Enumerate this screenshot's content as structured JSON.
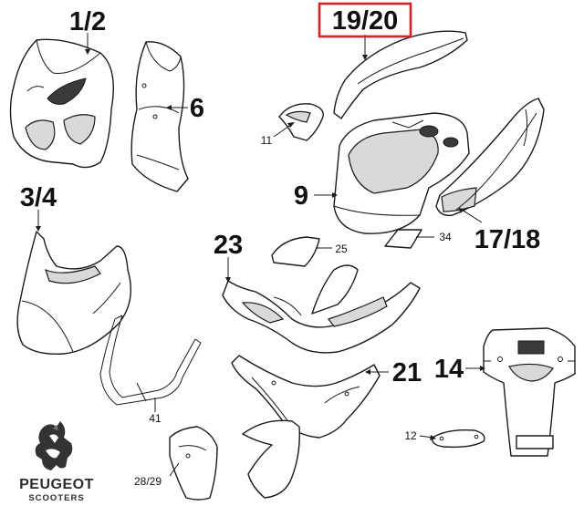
{
  "labels": {
    "p1_2": "1/2",
    "p6": "6",
    "p3_4": "3/4",
    "p11": "11",
    "p19_20": "19/20",
    "p9": "9",
    "p17_18": "17/18",
    "p23": "23",
    "p25": "25",
    "p34": "34",
    "p14": "14",
    "p21": "21",
    "p41": "41",
    "p12": "12",
    "p28_29": "28/29"
  },
  "brand": {
    "name": "PEUGEOT",
    "sub": "SCOOTERS"
  },
  "highlight_color": "#d8232a"
}
